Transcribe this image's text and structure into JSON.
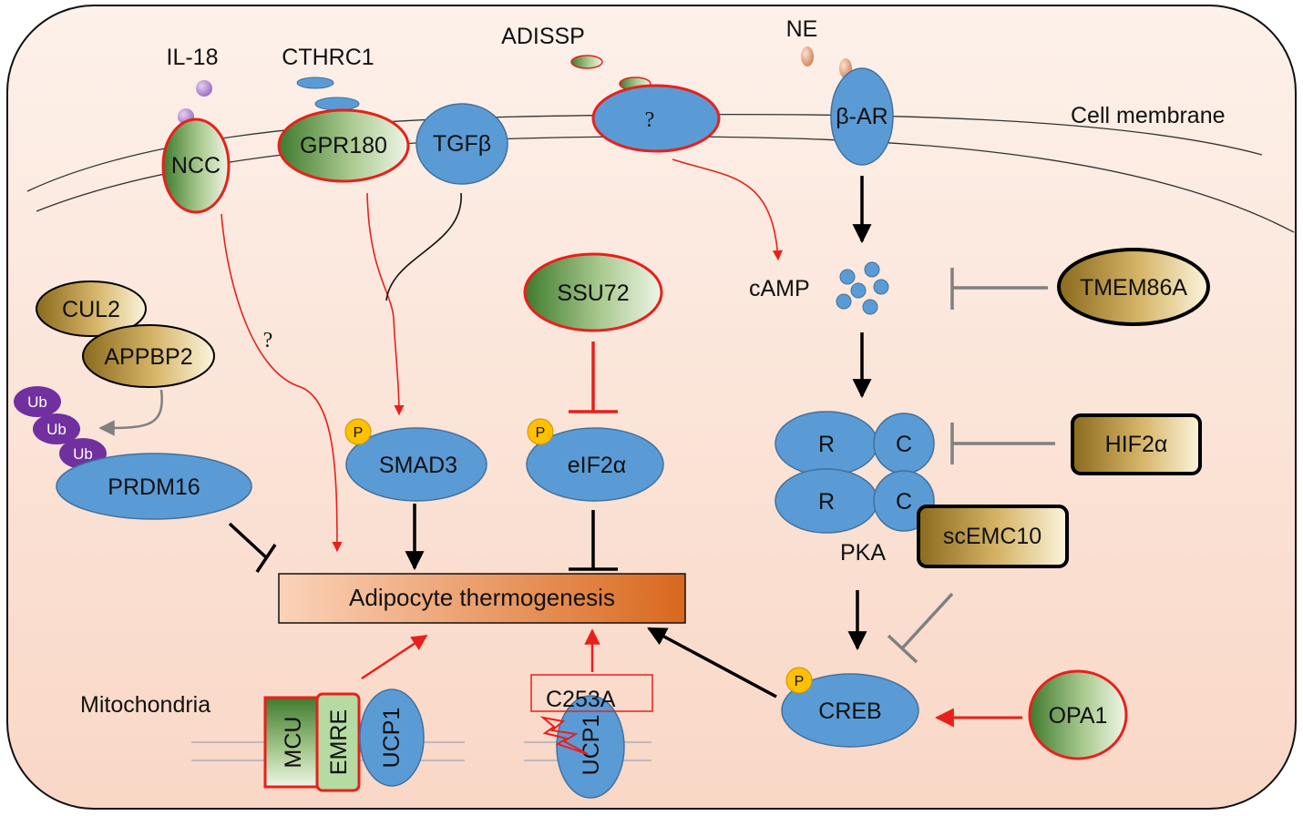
{
  "labels": {
    "il18": "IL-18",
    "cthrc1": "CTHRC1",
    "adissp": "ADISSP",
    "ne": "NE",
    "cell_membrane": "Cell membrane",
    "ncc": "NCC",
    "gpr180": "GPR180",
    "tgfb": "TGFβ",
    "unknown_receptor": "?",
    "bar": "β-AR",
    "camp": "cAMP",
    "tmem86a": "TMEM86A",
    "cul2": "CUL2",
    "appbp2": "APPBP2",
    "ub": "Ub",
    "prdm16": "PRDM16",
    "question": "?",
    "ssu72": "SSU72",
    "p": "P",
    "smad3": "SMAD3",
    "eif2a": "eIF2α",
    "pka_r": "R",
    "pka_c": "C",
    "hif2a": "HIF2α",
    "scemc10": "scEMC10",
    "pka": "PKA",
    "adipocyte_thermogenesis": "Adipocyte thermogenesis",
    "mitochondria": "Mitochondria",
    "mcu": "MCU",
    "emre": "EMRE",
    "ucp1": "UCP1",
    "c253a": "C253A",
    "creb": "CREB",
    "opa1": "OPA1"
  },
  "colors": {
    "cell_fill": "#fde9e0",
    "protein_blue": "#5b9bd5",
    "green_dark": "#4a7a35",
    "gold_dark": "#8a6a1c",
    "activation_red": "#e8201c",
    "inhibition_gray": "#808080",
    "ubiquitin_purple": "#7030a0",
    "phospho_yellow": "#ffc000"
  }
}
